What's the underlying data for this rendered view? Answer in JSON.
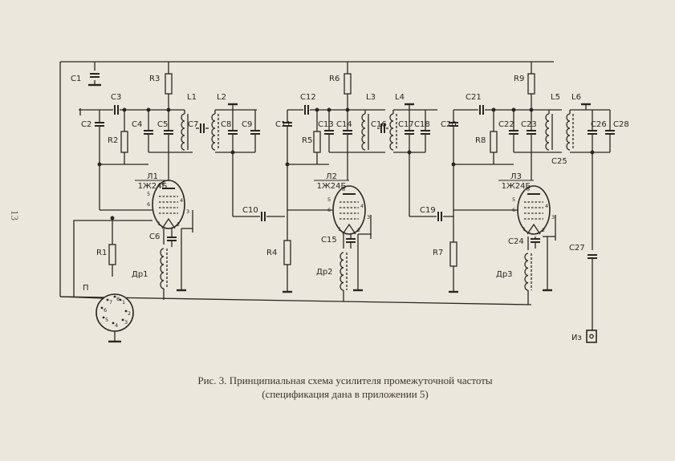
{
  "page_number": "13",
  "caption": {
    "line1": "Рис. 3. Принципиальная схема усилителя промежуточной частоты",
    "line2": "(спецификация дана в приложении 5)"
  },
  "resistors": [
    "R1",
    "R2",
    "R3",
    "R4",
    "R5",
    "R6",
    "R7",
    "R8",
    "R9"
  ],
  "capacitors": [
    "C1",
    "C2",
    "C3",
    "C4",
    "C5",
    "C6",
    "C7",
    "C8",
    "C9",
    "C10",
    "C11",
    "C12",
    "C13",
    "C14",
    "C15",
    "C16",
    "C17",
    "C18",
    "C19",
    "C20",
    "C21",
    "C22",
    "C23",
    "C24",
    "C25",
    "C26",
    "C27",
    "C28"
  ],
  "coils": [
    "L1",
    "L2",
    "L3",
    "L4",
    "L5",
    "L6"
  ],
  "chokes": [
    "Др1",
    "Др2",
    "Др3"
  ],
  "tubes": [
    {
      "ref": "Л1",
      "type": "1Ж24Б"
    },
    {
      "ref": "Л2",
      "type": "1Ж24Б"
    },
    {
      "ref": "Л3",
      "type": "1Ж24Б"
    }
  ],
  "connector": {
    "ref": "П",
    "pins": [
      "1",
      "2",
      "3",
      "4",
      "5",
      "6",
      "7",
      "8"
    ]
  },
  "tube_pins": [
    "8",
    "5",
    "6",
    "4",
    "1",
    "2",
    "3"
  ],
  "output": {
    "ref": "Из"
  }
}
